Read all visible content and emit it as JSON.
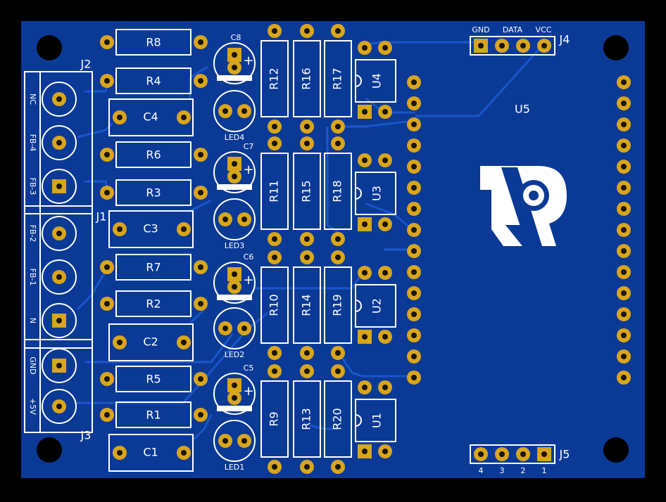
{
  "colors": {
    "background": "#000000",
    "board": "#0b3a96",
    "board_dark": "#082f7e",
    "trace": "#1b56c9",
    "pad": "#d8a51c",
    "hole": "#1a1400",
    "silk": "#ffffff",
    "mount_hole": "#000000"
  },
  "connectors": {
    "j2": {
      "ref": "J2",
      "pins": [
        "NC",
        "FB-4",
        "FB-3"
      ]
    },
    "j1": {
      "ref": "J1",
      "pins": [
        "FB-2",
        "FB-1",
        "N"
      ]
    },
    "j3": {
      "ref": "J3",
      "pins": [
        "GND",
        "+5V"
      ]
    },
    "j4": {
      "ref": "J4",
      "pins": [
        "GND",
        "DATA",
        "VCC"
      ]
    },
    "j5": {
      "ref": "J5",
      "pins": [
        "4",
        "3",
        "2",
        "1"
      ]
    }
  },
  "resistors_left": [
    "R8",
    "R4",
    "R6",
    "R3",
    "R7",
    "R2",
    "R5",
    "R1"
  ],
  "capacitors_box": [
    "C4",
    "C3",
    "C2",
    "C1"
  ],
  "electrolytic_caps": [
    "C8",
    "C7",
    "C6",
    "C5"
  ],
  "leds": [
    "LED4",
    "LED3",
    "LED2",
    "LED1"
  ],
  "resistor_bank": [
    [
      "R12",
      "R16",
      "R17"
    ],
    [
      "R11",
      "R15",
      "R18"
    ],
    [
      "R10",
      "R14",
      "R19"
    ],
    [
      "R9",
      "R13",
      "R20"
    ]
  ],
  "optocouplers": [
    "U4",
    "U3",
    "U2",
    "U1"
  ],
  "module": {
    "ref": "U5"
  },
  "polarity_mark": "+"
}
